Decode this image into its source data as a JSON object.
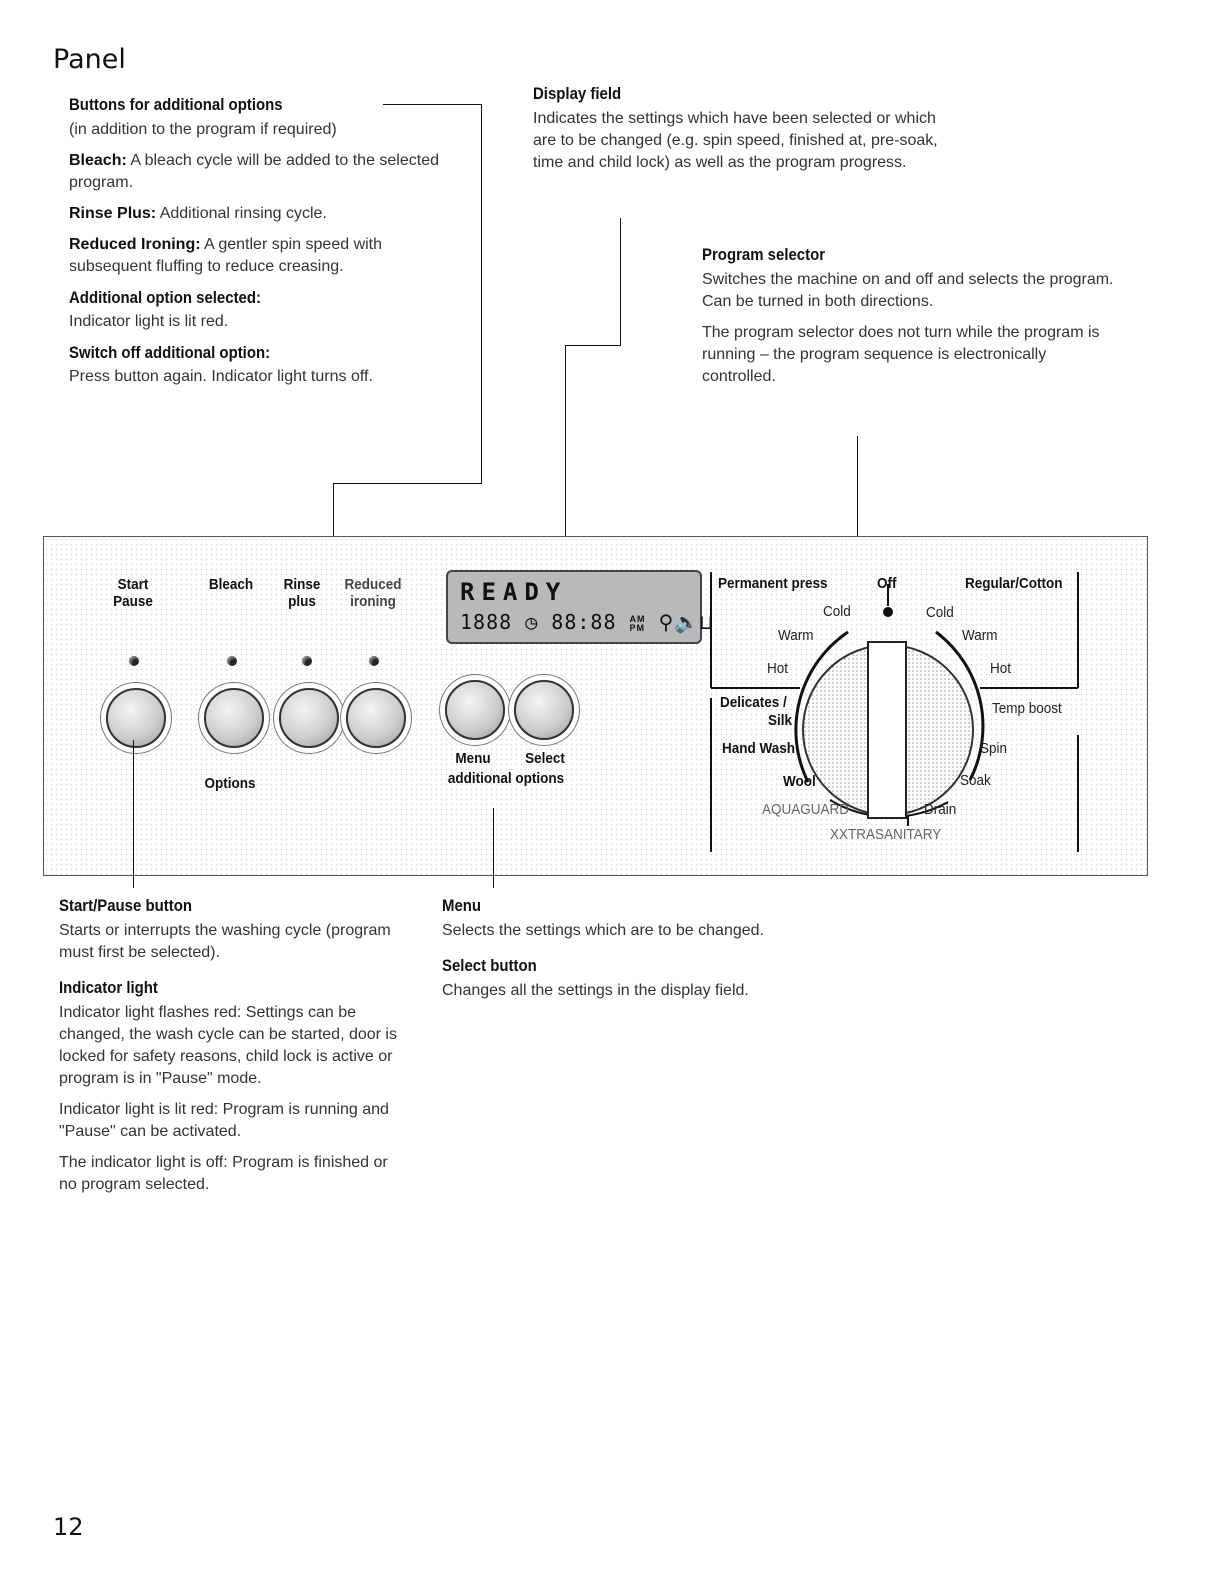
{
  "page": {
    "title": "Panel",
    "page_number": "12"
  },
  "options": {
    "heading": "Buttons for additional options",
    "sub": "(in addition to the program if required)",
    "bleach_label": "Bleach:",
    "bleach_text": "A bleach cycle will be added to the selected program.",
    "rinse_label": "Rinse Plus:",
    "rinse_text": "Additional rinsing cycle.",
    "reduced_label": "Reduced Ironing:",
    "reduced_text": "A gentler spin speed with subsequent fluffing to reduce creasing.",
    "selected_heading": "Additional option selected:",
    "selected_text": "Indicator light is lit red.",
    "switchoff_heading": "Switch off additional option:",
    "switchoff_text": "Press button again. Indicator light turns off."
  },
  "display_field": {
    "heading": "Display field",
    "text": "Indicates the settings which have been selected or which are to be changed (e.g. spin speed, finished at, pre-soak, time and child lock) as well as the program progress."
  },
  "program_selector": {
    "heading": "Program selector",
    "text1": "Switches the machine on and off and selects the program. Can be turned in both directions.",
    "text2": "The program selector does not turn while the program is running – the program sequence is electronically controlled."
  },
  "panel": {
    "start_pause": "Start\nPause",
    "bleach": "Bleach",
    "rinse_plus": "Rinse\nplus",
    "reduced_ironing": "Reduced\nironing",
    "options": "Options",
    "menu": "Menu",
    "select": "Select",
    "additional_options": "additional options",
    "lcd_ready": "READY",
    "lcd_segments": "1888 ◷ 88:88",
    "lcd_am": "AM",
    "lcd_pm": "PM"
  },
  "dial": {
    "permanent_press": "Permanent press",
    "off": "Off",
    "regular_cotton": "Regular/Cotton",
    "pp_cold": "Cold",
    "pp_warm": "Warm",
    "pp_hot": "Hot",
    "rc_cold": "Cold",
    "rc_warm": "Warm",
    "rc_hot": "Hot",
    "temp_boost": "Temp boost",
    "delicates": "Delicates /",
    "silk": "Silk",
    "hand_wash": "Hand Wash",
    "wool": "Wool",
    "spin": "Spin",
    "soak": "Soak",
    "drain": "Drain",
    "aquaguard": "AQUAGUARD",
    "xxtrasanitary": "XXTRASANITARY"
  },
  "start_pause_section": {
    "heading": "Start/Pause button",
    "text": "Starts or interrupts the washing cycle (program must first be selected)."
  },
  "indicator_section": {
    "heading": "Indicator light",
    "text1": "Indicator light flashes red: Settings can be changed, the wash cycle can be started, door is locked for safety reasons, child lock is active or program is in \"Pause\" mode.",
    "text2": "Indicator light is lit red: Program is running and \"Pause\" can be activated.",
    "text3": "The indicator light is off: Program is finished or no program selected."
  },
  "menu_section": {
    "heading": "Menu",
    "text": "Selects the settings which are to be changed."
  },
  "select_section": {
    "heading": "Select button",
    "text": "Changes all the settings in the display field."
  }
}
